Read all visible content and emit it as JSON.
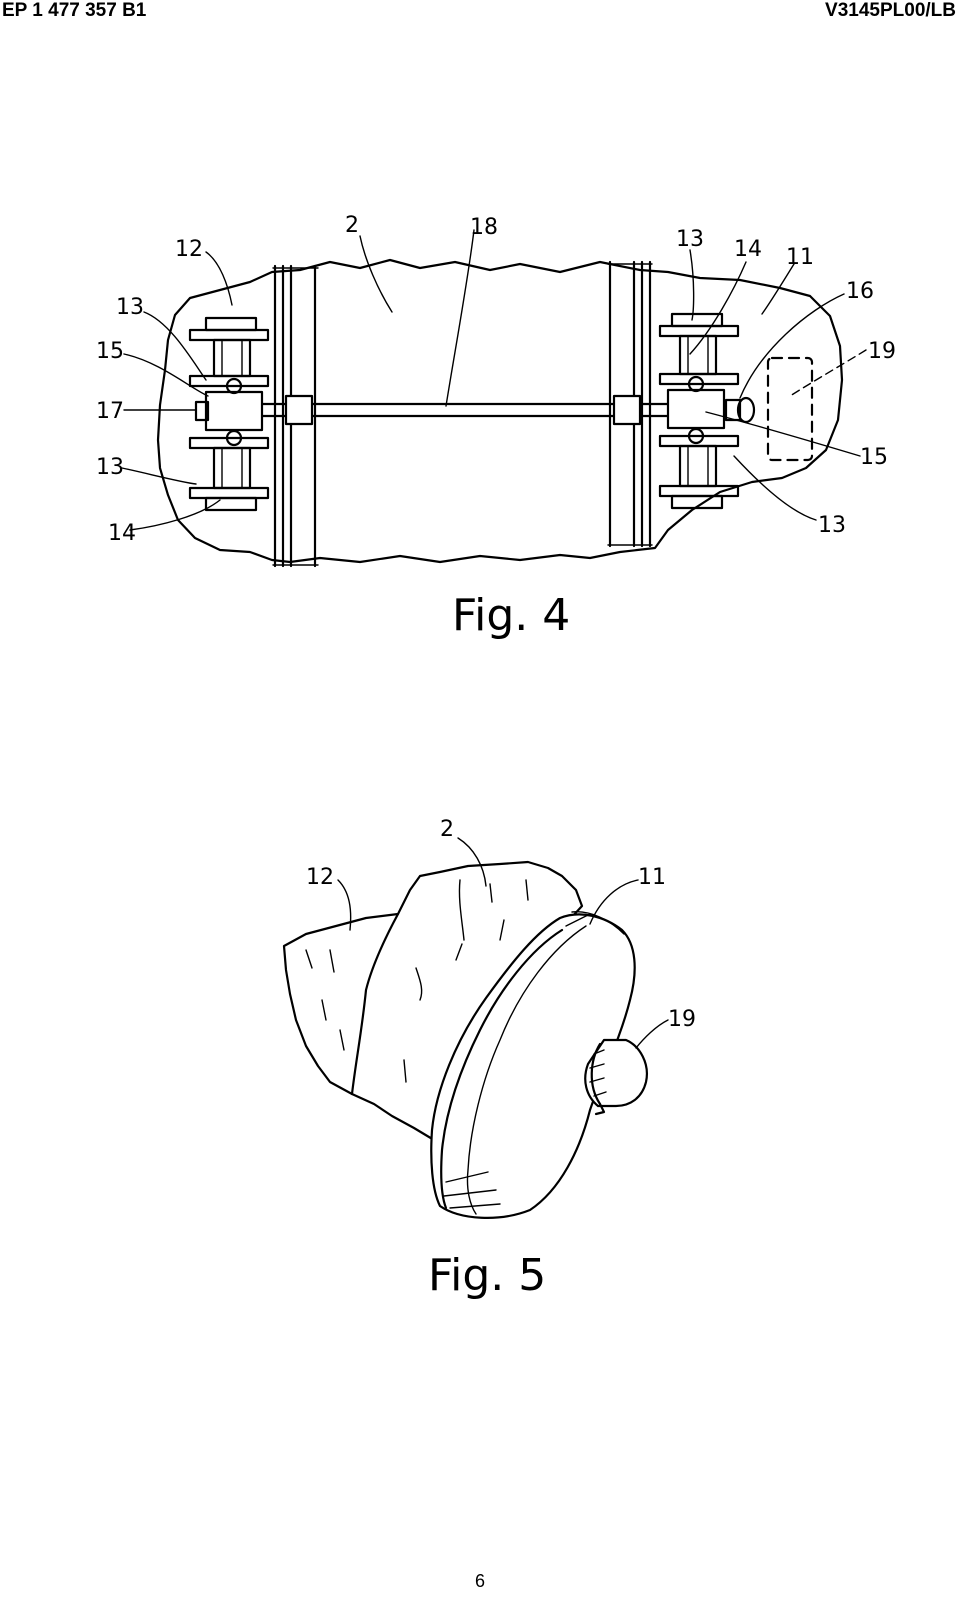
{
  "header": {
    "left": "EP 1 477 357 B1",
    "right": "V3145PL00/LB"
  },
  "fig4": {
    "caption": "Fig. 4",
    "labels": {
      "l2": "2",
      "l18": "18",
      "l12": "12",
      "l13a": "13",
      "l15a": "15",
      "l17": "17",
      "l13b": "13",
      "l14a": "14",
      "l13c": "13",
      "l14b": "14",
      "l11": "11",
      "l16": "16",
      "l19": "19",
      "l15b": "15",
      "l13d": "13"
    }
  },
  "fig5": {
    "caption": "Fig. 5",
    "labels": {
      "l2": "2",
      "l12": "12",
      "l11": "11",
      "l19": "19"
    }
  },
  "page_number": "6"
}
